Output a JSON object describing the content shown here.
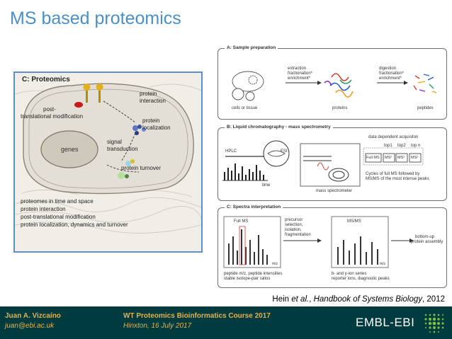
{
  "slide": {
    "title": "MS based proteomics"
  },
  "figure_left": {
    "heading": "C: Proteomics",
    "labels": {
      "ptm_line1": "post-",
      "ptm_line2": "translational modification",
      "protein_interaction_line1": "protein",
      "protein_interaction_line2": "interaction",
      "protein_localization_line1": "protein",
      "protein_localization_line2": "localization",
      "signal_line1": "signal",
      "signal_line2": "transduction",
      "genes": "genes",
      "turnover": "protein turnover"
    },
    "bullets": [
      "proteomes in time and space",
      "protein interaction",
      "post-translational modification",
      "protein localization, dynamics and turnover"
    ]
  },
  "figure_right": {
    "panel_a": {
      "title": "A: Sample preparation",
      "cells": "cells or tissue",
      "extraction": "extraction",
      "fractionation": "fractionation*",
      "enrichment": "enrichment*",
      "proteins": "proteins",
      "digestion": "digestion",
      "fractionation2": "fractionation*",
      "enrichment2": "enrichment*",
      "peptides": "peptides"
    },
    "panel_b": {
      "title": "B: Liquid chromatography - mass spectrometry",
      "hplc": "HPLC",
      "esi": "ESI",
      "time": "time",
      "ms": "mass spectrometer",
      "dda": "data dependent acquisiton",
      "fullms": "Full MS",
      "ms2": "MS²",
      "top1": "top1",
      "top2": "top2",
      "topn": "top n",
      "cycles_line1": "Cycles of full MS followed by",
      "cycles_line2": "MS/MS of the most intense peaks"
    },
    "panel_c": {
      "title": "C: Spectra interpretation",
      "fullms": "Full MS",
      "precursor_line1": "precursor",
      "precursor_line2": "selection,",
      "precursor_line3": "isolation,",
      "precursor_line4": "fragmentation",
      "msms": "MS/MS",
      "bottomup_line1": "bottom-up",
      "bottomup_line2": "protein assembly",
      "mz": "m/z",
      "pep_line1": "peptide m/z, peptide intensities",
      "pep_line2": "stable isotope-pair ratios",
      "ions_line1": "b- and y-ion series",
      "ions_line2": "reporter ions, diagnostic peaks"
    }
  },
  "citation": {
    "authors": "Hein ",
    "etal": "et al.",
    "sep": ", ",
    "book": "Handbook of Systems Biology",
    "year": ", 2012"
  },
  "footer": {
    "name": "Juan A. Vizcaíno",
    "email": "juan@ebi.ac.uk",
    "course": "WT Proteomics Bioinformatics Course 2017",
    "date": "Hinxton, 16 July 2017",
    "logo": "EMBL-EBI"
  },
  "colors": {
    "title": "#4a90c6",
    "footer_bg": "#003c3f",
    "footer_text": "#e8b04a"
  }
}
